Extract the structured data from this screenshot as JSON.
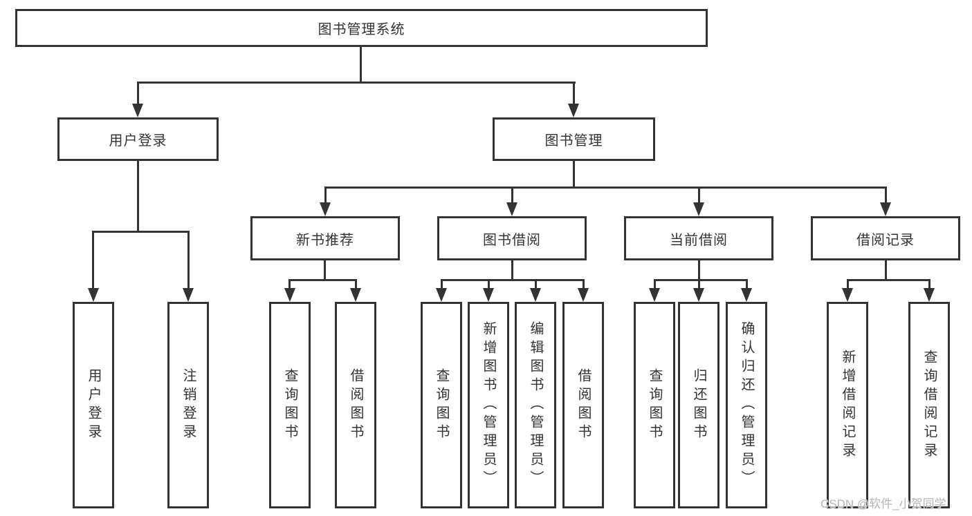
{
  "diagram": {
    "title": "图书管理系统",
    "root": {
      "label": "图书管理系统"
    },
    "level1": [
      {
        "label": "用户登录"
      },
      {
        "label": "图书管理"
      }
    ],
    "level2": [
      {
        "label": "新书推荐"
      },
      {
        "label": "图书借阅"
      },
      {
        "label": "当前借阅"
      },
      {
        "label": "借阅记录"
      }
    ],
    "leaves": [
      {
        "label": "用户登录"
      },
      {
        "label": "注销登录"
      },
      {
        "label": "查询图书"
      },
      {
        "label": "借阅图书"
      },
      {
        "label": "查询图书"
      },
      {
        "label": "新增图书（管理员）"
      },
      {
        "label": "编辑图书（管理员）"
      },
      {
        "label": "借阅图书"
      },
      {
        "label": "查询图书"
      },
      {
        "label": "归还图书"
      },
      {
        "label": "确认归还（管理员）"
      },
      {
        "label": "新增借阅记录"
      },
      {
        "label": "查询借阅记录"
      }
    ]
  },
  "watermark": {
    "text": "CSDN @软件_小贺同学"
  },
  "colors": {
    "line": "#333333",
    "text": "#333333",
    "node_background": "#ffffff",
    "watermark": "#b5b5b5",
    "background": "#ffffff"
  }
}
